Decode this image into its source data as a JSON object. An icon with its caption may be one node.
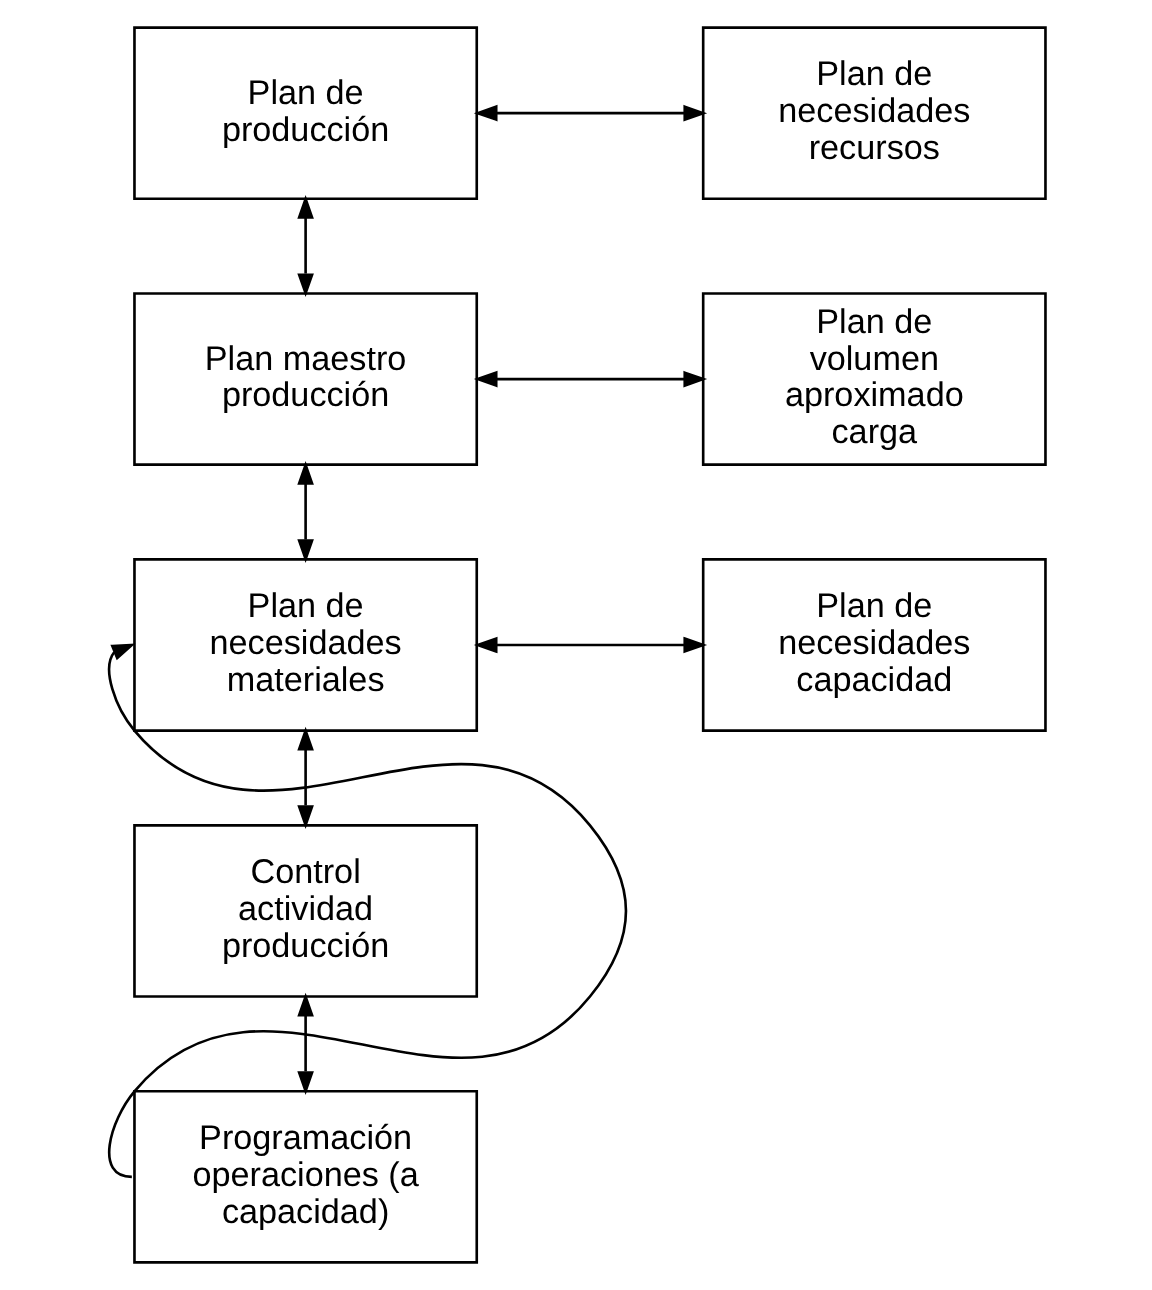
{
  "diagram": {
    "nodes": [
      {
        "text": [
          "Plan de producción"
        ]
      },
      {
        "text": [
          "Plan de necesidades recursos"
        ]
      },
      {
        "text": [
          "Plan maestro producción"
        ]
      },
      {
        "text": [
          "Plan de volumen aproximado carga"
        ]
      },
      {
        "text": [
          "Plan de necesidades materiales"
        ]
      },
      {
        "text": [
          "Plan de necesidades capacidad"
        ]
      },
      {
        "text": [
          "Control actividad producción"
        ]
      },
      {
        "text": [
          "Programación operaciones (a capacidad)"
        ]
      }
    ],
    "edges": [
      {
        "from": 0,
        "to": 1,
        "arrow": "both"
      },
      {
        "from": 0,
        "to": 2,
        "arrow": "both"
      },
      {
        "from": 2,
        "to": 3,
        "arrow": "both"
      },
      {
        "from": 2,
        "to": 4,
        "arrow": "both"
      },
      {
        "from": 4,
        "to": 5,
        "arrow": "both"
      },
      {
        "from": 4,
        "to": 6,
        "arrow": "both"
      },
      {
        "from": 6,
        "to": 7,
        "arrow": "both"
      },
      {
        "from": 7,
        "to": 4,
        "arrow": "to"
      }
    ]
  }
}
